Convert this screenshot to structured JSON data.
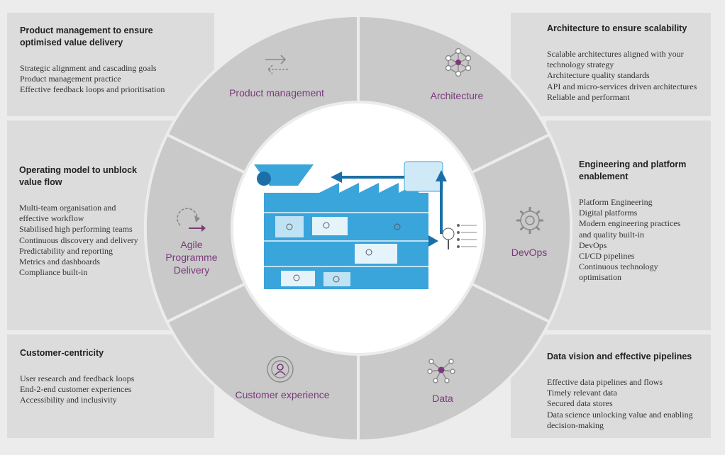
{
  "colors": {
    "accent": "#7a3a7a",
    "ring_bg": "#c9c9c9",
    "panel_bg": "#dcdcdc",
    "diagram_blue": "#3aa5db"
  },
  "panels": {
    "top_left": {
      "title": [
        "Product management to ensure",
        "optimised value delivery"
      ],
      "items": [
        "Strategic alignment and cascading goals",
        "Product management practice",
        "Effective feedback loops and prioritisation"
      ]
    },
    "top_right": {
      "title": [
        "Architecture to ensure scalability"
      ],
      "items": [
        "Scalable architectures aligned with your",
        "technology strategy",
        "Architecture quality standards",
        "API and micro-services driven architectures",
        "Reliable and performant"
      ]
    },
    "mid_left": {
      "title": [
        "Operating model to unblock",
        "value flow"
      ],
      "items": [
        "Multi-team organisation and",
        "effective workflow",
        "Stabilised high performing teams",
        "Continuous discovery and delivery",
        "Predictability and reporting",
        "Metrics and dashboards",
        "Compliance built-in"
      ]
    },
    "mid_right": {
      "title": [
        "Engineering and platform",
        "enablement"
      ],
      "items": [
        "Platform Engineering",
        "Digital platforms",
        "Modern engineering practices",
        "and quality built-in",
        "DevOps",
        "CI/CD pipelines",
        "Continuous technology",
        "optimisation"
      ]
    },
    "bottom_left": {
      "title": [
        "Customer-centricity"
      ],
      "items": [
        "User research and feedback loops",
        "End-2-end customer experiences",
        "Accessibility and inclusivity"
      ]
    },
    "bottom_right": {
      "title": [
        "Data vision and effective pipelines"
      ],
      "items": [
        "Effective data pipelines and flows",
        "Timely relevant data",
        "Secured data stores",
        "Data science unlocking value and enabling",
        "decision-making"
      ]
    }
  },
  "segments": {
    "product": "Product management",
    "architecture": "Architecture",
    "agile": [
      "Agile",
      "Programme",
      "Delivery"
    ],
    "devops": "DevOps",
    "customer": "Customer experience",
    "data": "Data"
  },
  "icons": {
    "product": "arrows-exchange-icon",
    "architecture": "network-nodes-icon",
    "agile": "cycle-arrow-icon",
    "devops": "gear-icon",
    "customer": "user-target-icon",
    "data": "data-nodes-icon"
  }
}
